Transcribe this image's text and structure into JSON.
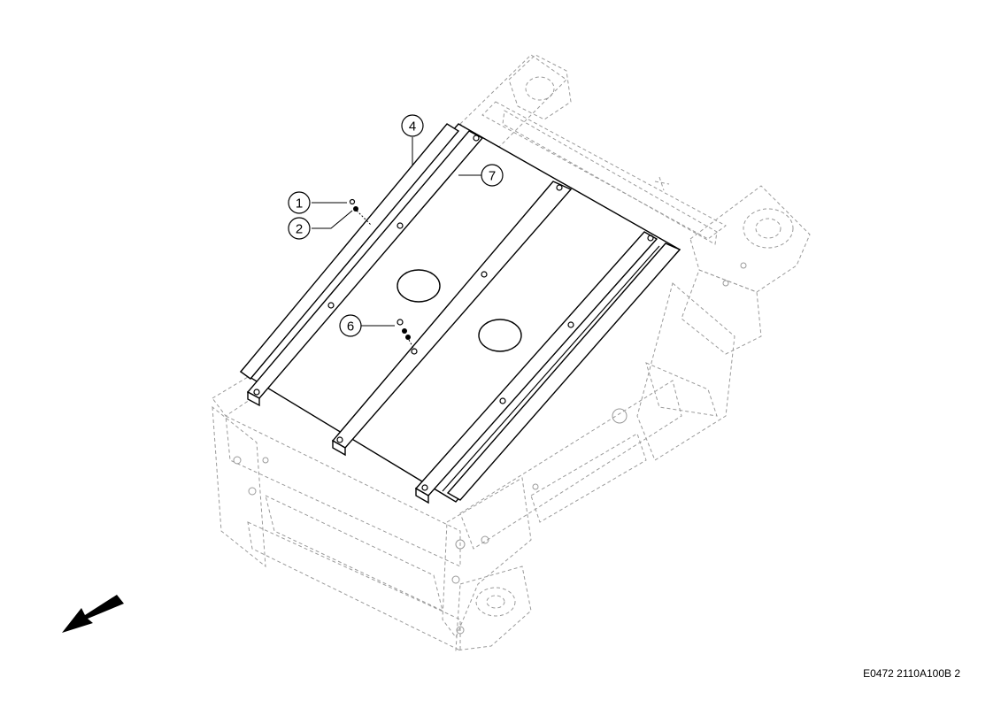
{
  "drawing_id": "E0472 2110A100B 2",
  "callouts": [
    {
      "label": "1"
    },
    {
      "label": "2"
    },
    {
      "label": "4"
    },
    {
      "label": "6"
    },
    {
      "label": "7"
    }
  ],
  "direction_arrow": "arrow-down-left-icon"
}
